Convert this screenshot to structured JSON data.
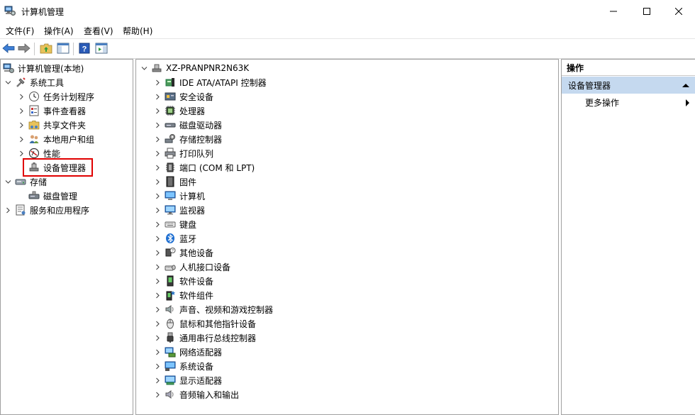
{
  "window": {
    "title": "计算机管理",
    "controls": [
      "minimize",
      "maximize",
      "close"
    ]
  },
  "menu": [
    "文件(F)",
    "操作(A)",
    "查看(V)",
    "帮助(H)"
  ],
  "toolbar": [
    "back-arrow-icon",
    "forward-arrow-icon",
    "up-folder-icon",
    "show-hide-tree-icon",
    "help-icon",
    "show-hide-action-pane-icon"
  ],
  "tree": {
    "root": "计算机管理(本地)",
    "system_tools": "系统工具",
    "system_tools_children": [
      "任务计划程序",
      "事件查看器",
      "共享文件夹",
      "本地用户和组",
      "性能",
      "设备管理器"
    ],
    "storage": "存储",
    "storage_children": [
      "磁盘管理"
    ],
    "services": "服务和应用程序",
    "selected": "设备管理器"
  },
  "devices": {
    "computer_name": "XZ-PRANPNR2N63K",
    "categories": [
      "IDE ATA/ATAPI 控制器",
      "安全设备",
      "处理器",
      "磁盘驱动器",
      "存储控制器",
      "打印队列",
      "端口 (COM 和 LPT)",
      "固件",
      "计算机",
      "监视器",
      "键盘",
      "蓝牙",
      "其他设备",
      "人机接口设备",
      "软件设备",
      "软件组件",
      "声音、视频和游戏控制器",
      "鼠标和其他指针设备",
      "通用串行总线控制器",
      "网络适配器",
      "系统设备",
      "显示适配器",
      "音频输入和输出"
    ]
  },
  "actions": {
    "title": "操作",
    "section": "设备管理器",
    "more": "更多操作"
  },
  "colors": {
    "action_section_bg": "#c5d9ef",
    "highlight_border": "#e00000"
  }
}
